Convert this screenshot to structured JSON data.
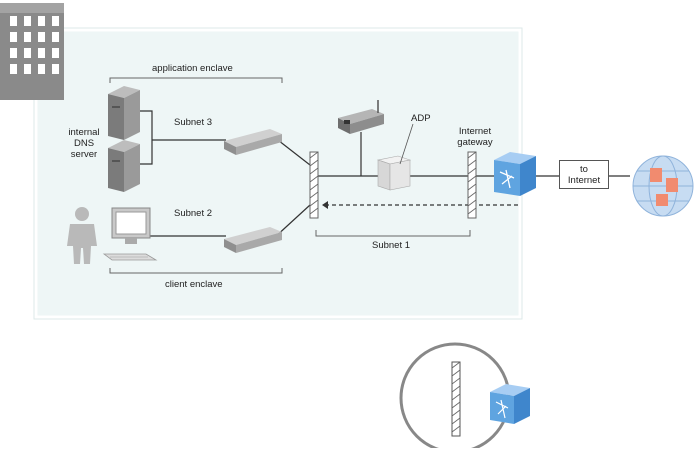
{
  "labels": {
    "application_enclave": "application enclave",
    "client_enclave": "client enclave",
    "subnet3": "Subnet 3",
    "subnet2": "Subnet 2",
    "subnet1": "Subnet 1",
    "dns_line1": "internal",
    "dns_line2": "DNS",
    "dns_line3": "server",
    "adp": "ADP",
    "gateway_line1": "Internet",
    "gateway_line2": "gateway",
    "to_line1": "to",
    "to_line2": "Internet"
  },
  "colors": {
    "enclave_fill": "#eef6f6",
    "server_fill": "#9a9a9a",
    "router_fill": "#5fa4e0",
    "globe_fill": "#c7dcf2",
    "person_fill": "#b9b9b9"
  },
  "icons": [
    "building-icon",
    "server-icon",
    "switch-icon",
    "firewall-icon",
    "wireless-router-icon",
    "adp-appliance-icon",
    "router-icon",
    "globe-icon",
    "person-icon",
    "workstation-icon"
  ]
}
